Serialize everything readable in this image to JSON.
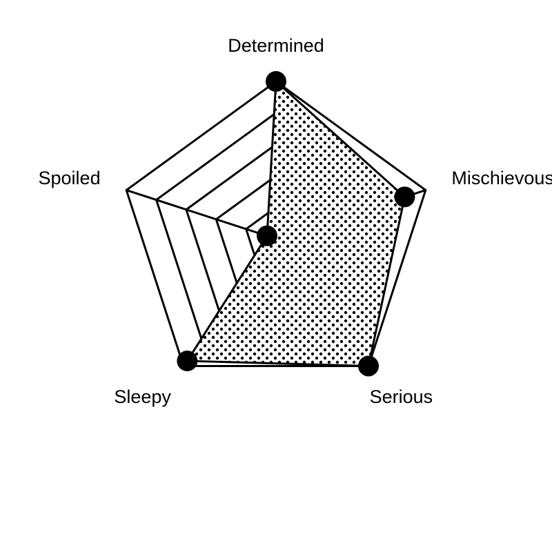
{
  "chart_data": {
    "type": "radar",
    "axes": [
      "Determined",
      "Mischievous",
      "Serious",
      "Sleepy",
      "Spoiled"
    ],
    "series": [
      {
        "values": [
          5,
          4.3,
          5,
          4.8,
          0.3
        ]
      }
    ],
    "rlim": [
      0,
      5
    ],
    "ring_levels": [
      1,
      2,
      3,
      4,
      5
    ],
    "grid": true,
    "fill_pattern": "dots",
    "colors": {
      "line": "#000000",
      "marker": "#000000",
      "background": "#ffffff"
    }
  }
}
